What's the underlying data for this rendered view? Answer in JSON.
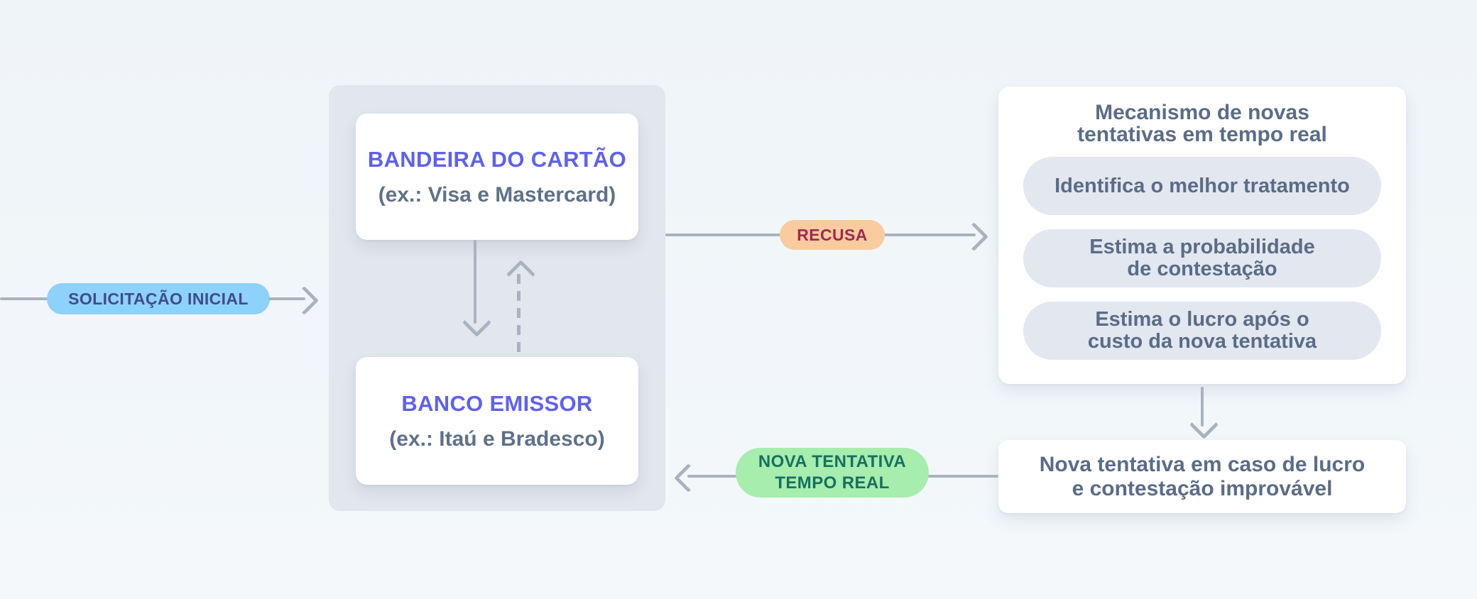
{
  "diagram": {
    "initial_badge": {
      "label": "SOLICITAÇÃO INICIAL"
    },
    "network_panel": {
      "card_network": {
        "title": "BANDEIRA DO CARTÃO",
        "subtitle": "(ex.: Visa e Mastercard)"
      },
      "issuer_bank": {
        "title": "BANCO EMISSOR",
        "subtitle": "(ex.: Itaú e Bradesco)"
      }
    },
    "recusa_badge": {
      "label": "RECUSA"
    },
    "mechanism_panel": {
      "title_line1": "Mecanismo de novas",
      "title_line2": "tentativas em tempo real",
      "pills": [
        {
          "lines": [
            "Identifica o melhor tratamento"
          ]
        },
        {
          "lines": [
            "Estima a probabilidade",
            "de contestação"
          ]
        },
        {
          "lines": [
            "Estima o lucro após o",
            "custo da nova tentativa"
          ]
        }
      ]
    },
    "result_box": {
      "line1": "Nova tentativa em caso de lucro",
      "line2": "e contestação improvável"
    },
    "retry_badge": {
      "line1": "NOVA TENTATIVA",
      "line2": "TEMPO REAL"
    }
  },
  "colors": {
    "bg_top": "#EFF4F8",
    "bg_bottom": "#F4F8FB",
    "panel": "#E2E6ED",
    "pill": "#E2E7F0",
    "line": "#A9B3C0",
    "purple": "#5E61EE",
    "slate": "#5A6C87",
    "sub": "#5F7189",
    "badge_blue": "#8CD2FA",
    "badge_blue_text": "#414B8E",
    "badge_orange": "#FACB9F",
    "badge_orange_text": "#9D2A4F",
    "badge_green": "#A6EDAE",
    "badge_green_text": "#17705F"
  }
}
